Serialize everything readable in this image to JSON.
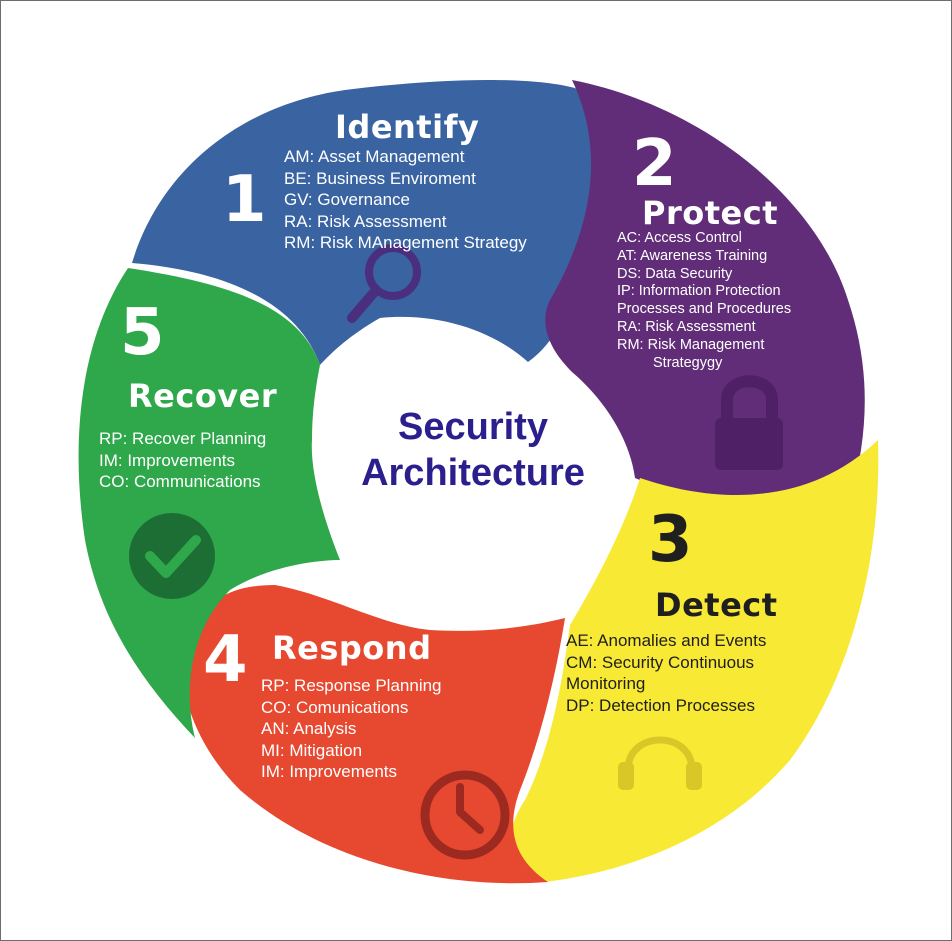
{
  "center": {
    "line1": "Security",
    "line2": "Architecture"
  },
  "colors": {
    "identify": "#3a63a2",
    "protect": "#622d78",
    "detect": "#f8e934",
    "respond": "#e64830",
    "recover": "#2ea84a",
    "center_text": "#2b1f8e"
  },
  "segments": [
    {
      "number": "1",
      "title": "Identify",
      "icon": "magnifier-icon",
      "items": [
        "AM: Asset Management",
        "BE: Business Enviroment",
        "GV: Governance",
        "RA: Risk Assessment",
        "RM: Risk MAnagement Strategy"
      ]
    },
    {
      "number": "2",
      "title": "Protect",
      "icon": "padlock-icon",
      "items": [
        "AC: Access Control",
        "AT: Awareness Training",
        "DS: Data Security",
        "IP: Information Protection",
        "Processes and Procedures",
        "RA: Risk Assessment",
        "RM: Risk Management",
        "Strategygy"
      ]
    },
    {
      "number": "3",
      "title": "Detect",
      "icon": "headphones-icon",
      "items": [
        "AE: Anomalies and Events",
        "CM: Security Continuous",
        "Monitoring",
        "DP: Detection Processes"
      ]
    },
    {
      "number": "4",
      "title": "Respond",
      "icon": "clock-icon",
      "items": [
        "RP: Response Planning",
        "CO: Comunications",
        "AN: Analysis",
        "MI: Mitigation",
        "IM: Improvements"
      ]
    },
    {
      "number": "5",
      "title": "Recover",
      "icon": "checkmark-icon",
      "items": [
        "RP: Recover Planning",
        "IM: Improvements",
        "CO: Communications"
      ]
    }
  ]
}
